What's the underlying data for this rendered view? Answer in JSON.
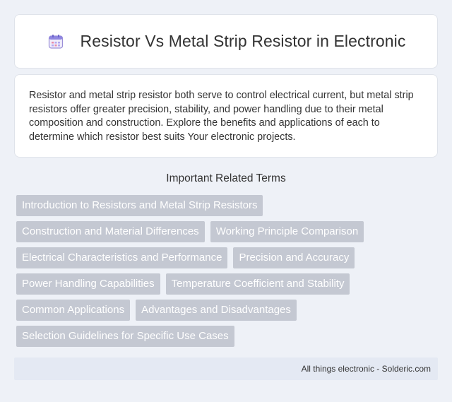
{
  "header": {
    "icon": "calendar-icon",
    "title": "Resistor Vs Metal Strip Resistor in Electronic"
  },
  "intro": {
    "text": "Resistor and metal strip resistor both serve to control electrical current, but metal strip resistors offer greater precision, stability, and power handling due to their metal composition and construction. Explore the benefits and applications of each to determine which resistor best suits Your electronic projects."
  },
  "related": {
    "title": "Important Related Terms",
    "terms": [
      "Introduction to Resistors and Metal Strip Resistors",
      "Construction and Material Differences",
      "Working Principle Comparison",
      "Electrical Characteristics and Performance",
      "Precision and Accuracy",
      "Power Handling Capabilities",
      "Temperature Coefficient and Stability",
      "Common Applications",
      "Advantages and Disadvantages",
      "Selection Guidelines for Specific Use Cases"
    ]
  },
  "footer": {
    "text": "All things electronic - Solderic.com"
  },
  "colors": {
    "background": "#eef1f7",
    "tag_bg": "#c4c8d2",
    "footer_bg": "#e4e9f3"
  }
}
